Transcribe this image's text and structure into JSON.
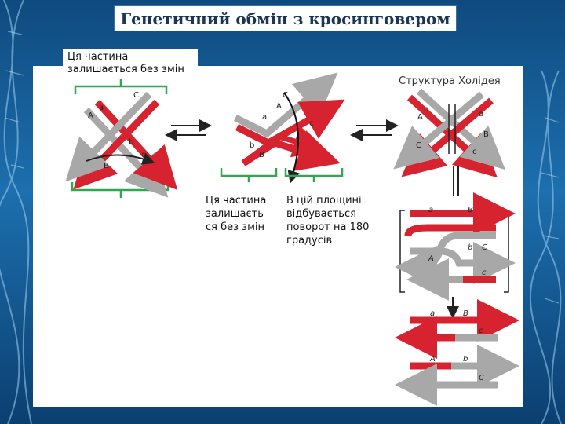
{
  "title": "Генетичний обмін з кросинговером",
  "notes": {
    "top_left": "Ця частина залишається без змін",
    "middle_left": "Ця частина залишаєть ся без змін",
    "middle_right": "В цій площині відбувається поворот на 180 градусів"
  },
  "holliday_title": "Структура Холідея",
  "strand_labels": {
    "a": "a",
    "b": "b",
    "c": "c",
    "A": "A",
    "B": "B",
    "C": "C"
  },
  "colors": {
    "red": "#d6232f",
    "gray": "#a8a8a8",
    "green": "#2fa84f",
    "title_text": "#1b3553"
  }
}
